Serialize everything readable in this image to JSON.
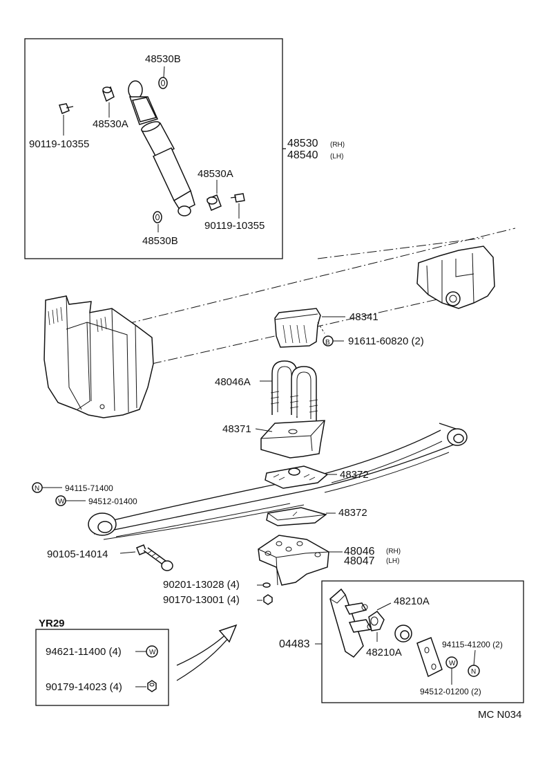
{
  "diagram": {
    "shock_absorber": {
      "label_rh": "48530",
      "suffix_rh": "(RH)",
      "label_lh": "48540",
      "suffix_lh": "(LH)",
      "parts": {
        "washer_top": "48530B",
        "bushing_top": "48530A",
        "bolt_left": "90119-10355",
        "bushing_bottom": "48530A",
        "bolt_right": "90119-10355",
        "washer_bottom": "48530B"
      }
    },
    "parts": {
      "bumper": "48341",
      "bumper_bolt": "91611-60820 (2)",
      "u_bolt": "48046A",
      "spacer": "48371",
      "pad_upper": "48372",
      "pad_lower": "48372",
      "seat_rh": "48046",
      "seat_rh_suffix": "(RH)",
      "seat_lh": "48047",
      "seat_lh_suffix": "(LH)",
      "nut_front": "94115-71400",
      "washer_front": "94512-01400",
      "bolt_front": "90105-14014",
      "washer_u": "90201-13028 (4)",
      "nut_u": "90170-13001 (4)"
    },
    "markers": {
      "b": "B",
      "n": "N",
      "w": "W"
    },
    "yr29": {
      "title": "YR29",
      "washer": "94621-11400 (4)",
      "nut": "90179-14023 (4)"
    },
    "kit": {
      "label": "04483",
      "bushing_top": "48210A",
      "bushing_bottom": "48210A",
      "nut": "94115-41200 (2)",
      "washer": "94512-01200 (2)"
    },
    "footer_code": "MC N034"
  }
}
